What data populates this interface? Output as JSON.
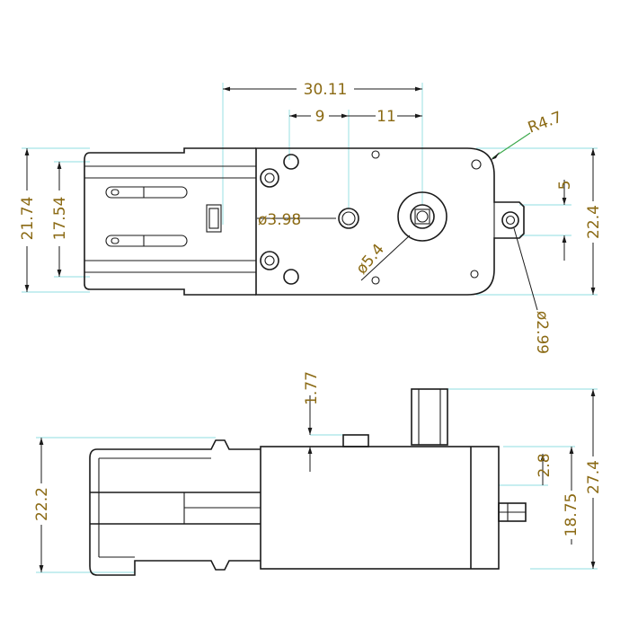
{
  "top_view": {
    "dims": {
      "overall_width": "30.11",
      "gap_9": "9",
      "gap_11": "11",
      "corner_radius": "R4.7",
      "height_21_74": "21.74",
      "height_17_54": "17.54",
      "hole_398": "ø3.98",
      "shaft_54": "ø5.4",
      "tab_5": "5",
      "height_22_4": "22.4",
      "tab_hole_299": "ø2.99"
    }
  },
  "side_view": {
    "dims": {
      "boss_177": "1.77",
      "height_22_2": "22.2",
      "offset_2_8": "2.8",
      "height_18_75": "18.75",
      "height_27_4": "27.4"
    }
  }
}
